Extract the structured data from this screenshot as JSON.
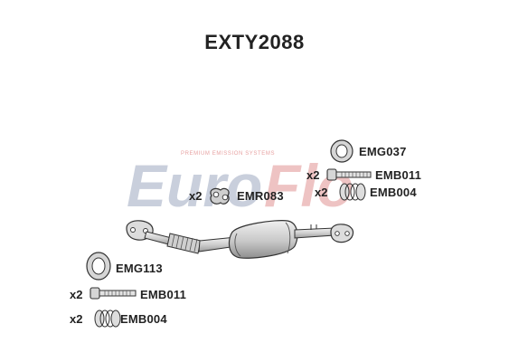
{
  "title": "EXTY2088",
  "watermark": {
    "logo_text": "EuroFlo",
    "tagline": "PREMIUM EMISSION SYSTEMS"
  },
  "parts": [
    {
      "code": "EMG037",
      "qty": ""
    },
    {
      "code": "EMB011",
      "qty": "x2"
    },
    {
      "code": "EMB004",
      "qty": "x2"
    },
    {
      "code": "EMR083",
      "qty": "x2"
    },
    {
      "code": "EMG113",
      "qty": ""
    },
    {
      "code": "EMB011",
      "qty": "x2"
    },
    {
      "code": "EMB004",
      "qty": "x2"
    }
  ],
  "colors": {
    "outline": "#333333",
    "part_fill": "#d9d9d9",
    "watermark_blue": "#c9cfdc",
    "watermark_red": "#eec3c3"
  }
}
